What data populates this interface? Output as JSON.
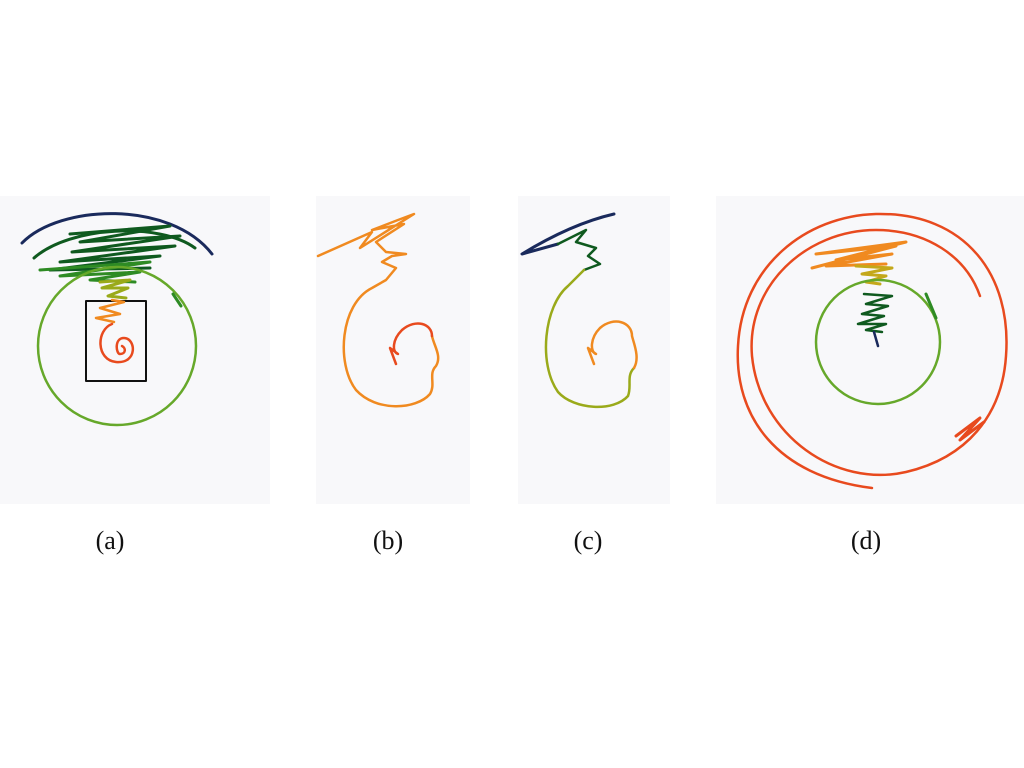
{
  "figure": {
    "panels": [
      {
        "id": "a",
        "caption": "(a)"
      },
      {
        "id": "b",
        "caption": "(b)"
      },
      {
        "id": "c",
        "caption": "(c)"
      },
      {
        "id": "d",
        "caption": "(d)"
      }
    ]
  },
  "colors": {
    "navy": "#1a2a5c",
    "dark_green": "#0f5a1f",
    "green": "#2e8b24",
    "yellow_green": "#9aaa1a",
    "olive": "#c4a81a",
    "orange": "#f08a20",
    "red_orange": "#e84a1e",
    "circle_green": "#66a82a",
    "box": "#111111"
  }
}
